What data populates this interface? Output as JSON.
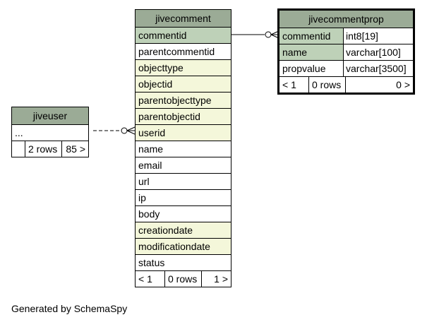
{
  "tables": {
    "jivecomment": {
      "name": "jivecomment",
      "columns": [
        {
          "name": "commentid",
          "style": "pk"
        },
        {
          "name": "parentcommentid",
          "style": "plain"
        },
        {
          "name": "objecttype",
          "style": "idx"
        },
        {
          "name": "objectid",
          "style": "idx"
        },
        {
          "name": "parentobjecttype",
          "style": "idx"
        },
        {
          "name": "parentobjectid",
          "style": "idx"
        },
        {
          "name": "userid",
          "style": "idx"
        },
        {
          "name": "name",
          "style": "plain"
        },
        {
          "name": "email",
          "style": "plain"
        },
        {
          "name": "url",
          "style": "plain"
        },
        {
          "name": "ip",
          "style": "plain"
        },
        {
          "name": "body",
          "style": "plain"
        },
        {
          "name": "creationdate",
          "style": "idx"
        },
        {
          "name": "modificationdate",
          "style": "idx"
        },
        {
          "name": "status",
          "style": "plain"
        }
      ],
      "footer": {
        "left": "< 1",
        "rows": "0 rows",
        "right": "1 >"
      }
    },
    "jivecommentprop": {
      "name": "jivecommentprop",
      "columns": [
        {
          "name": "commentid",
          "type": "int8[19]",
          "style": "pk"
        },
        {
          "name": "name",
          "type": "varchar[100]",
          "style": "pk"
        },
        {
          "name": "propvalue",
          "type": "varchar[3500]",
          "style": "plain"
        }
      ],
      "footer": {
        "left": "< 1",
        "rows": "0 rows",
        "right": "0 >"
      }
    },
    "jiveuser": {
      "name": "jiveuser",
      "columns": [
        {
          "name": "...",
          "style": "plain"
        }
      ],
      "footer": {
        "left": "",
        "rows": "2 rows",
        "right": "85 >"
      }
    }
  },
  "footer_text": "Generated by SchemaSpy",
  "colors": {
    "header": "#9bab96",
    "primary_key": "#bed1b8",
    "indexed": "#f4f7da",
    "plain": "#ffffff"
  }
}
